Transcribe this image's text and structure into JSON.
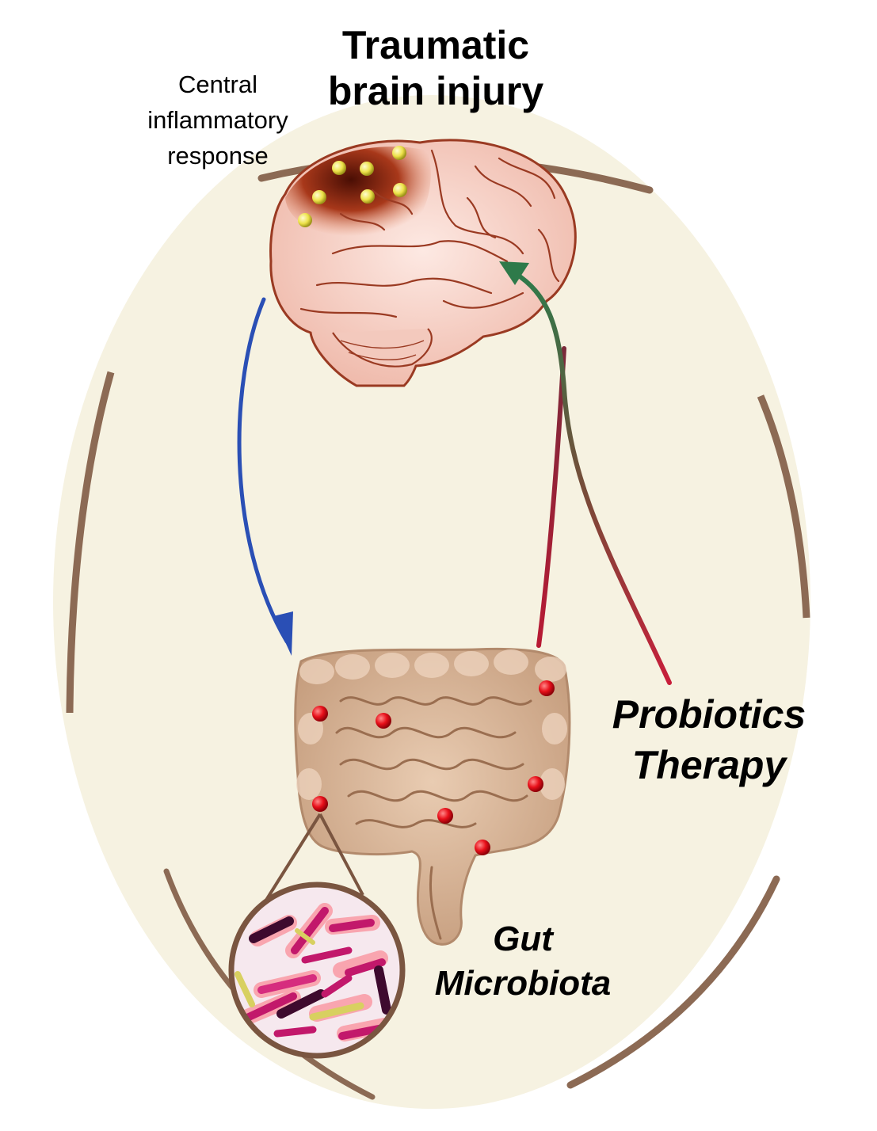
{
  "title": {
    "line1": "Traumatic",
    "line2": "brain injury"
  },
  "brain_label": {
    "line1": "Central",
    "line2": "inflammatory",
    "line3": "response"
  },
  "therapy_label": {
    "line1": "Probiotics",
    "line2": "Therapy"
  },
  "gut_label": {
    "line1": "Gut",
    "line2": "Microbiota"
  },
  "colors": {
    "background_oval": "#f6f2e1",
    "oval_border": "#8c6a54",
    "brain_fill": "#f7d6cf",
    "brain_lines": "#9a3a22",
    "injury_region": "#8b2a12",
    "inflammation_dot": "#ede24a",
    "brain_to_gut_arrow": "#2a4fb5",
    "therapy_arrow": "#2e7a4a",
    "gut_to_brain_arrow": "#b52238",
    "intestine_fill": "#dcb89a",
    "intestine_shadow": "#b28a6c",
    "microbe_dot": "#e8101a",
    "bacteria_magenta": "#c2186b",
    "bacteria_dark": "#3e0a2e",
    "bacteria_yellow": "#d8d060"
  },
  "icons": {
    "brain": "brain-illustration",
    "intestine": "intestine-illustration",
    "microbes": "bacteria-magnifier"
  }
}
